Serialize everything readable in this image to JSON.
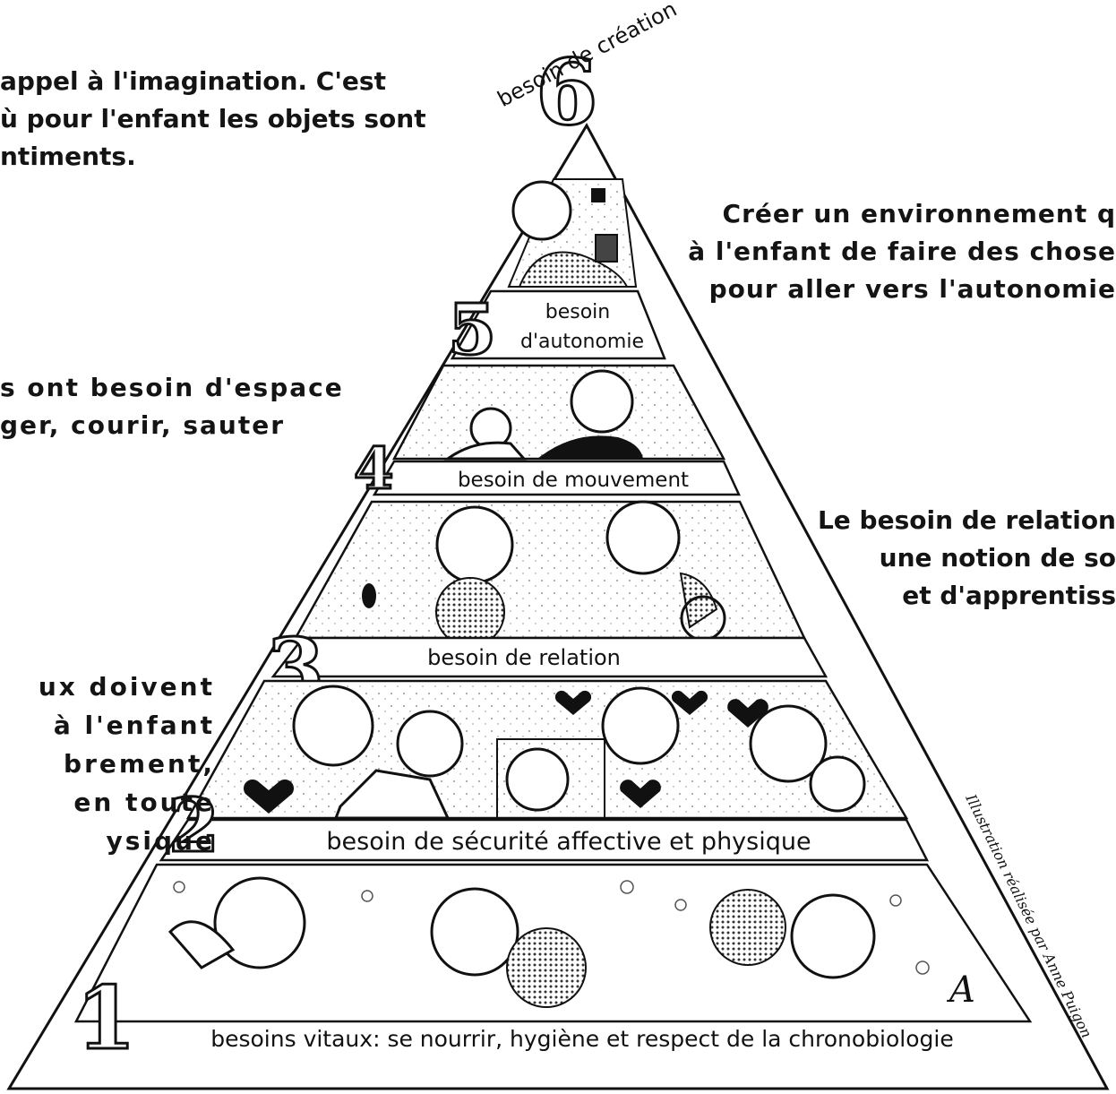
{
  "pyramid": {
    "levels": [
      {
        "number": "1",
        "label": "besoins vitaux: se nourrir, hygiène et respect de la chronobiologie"
      },
      {
        "number": "2",
        "label": "besoin de sécurité affective et physique"
      },
      {
        "number": "3",
        "label": "besoin de relation"
      },
      {
        "number": "4",
        "label": "besoin de mouvement"
      },
      {
        "number": "5",
        "label_line1": "besoin",
        "label_line2": "d'autonomie"
      },
      {
        "number": "6",
        "label": "besoin de création"
      }
    ]
  },
  "side_texts": {
    "top_left": [
      "appel à l'imagination. C'est",
      "ù pour l'enfant les objets sont",
      "ntiments."
    ],
    "mid_left": [
      "s ont besoin d'espace",
      "ger, courir, sauter"
    ],
    "low_left": [
      "ux doivent",
      "à l'enfant",
      "brement,",
      "en toute",
      "ysique"
    ],
    "top_right": [
      "Créer un environnement q",
      "à l'enfant de faire des chose",
      "pour aller vers l'autonomie"
    ],
    "mid_right": [
      "Le besoin de relation",
      "une notion de so",
      "et d'apprentiss"
    ]
  },
  "credit": "Illustration réalisée par Anne Puigon",
  "signature": "A"
}
